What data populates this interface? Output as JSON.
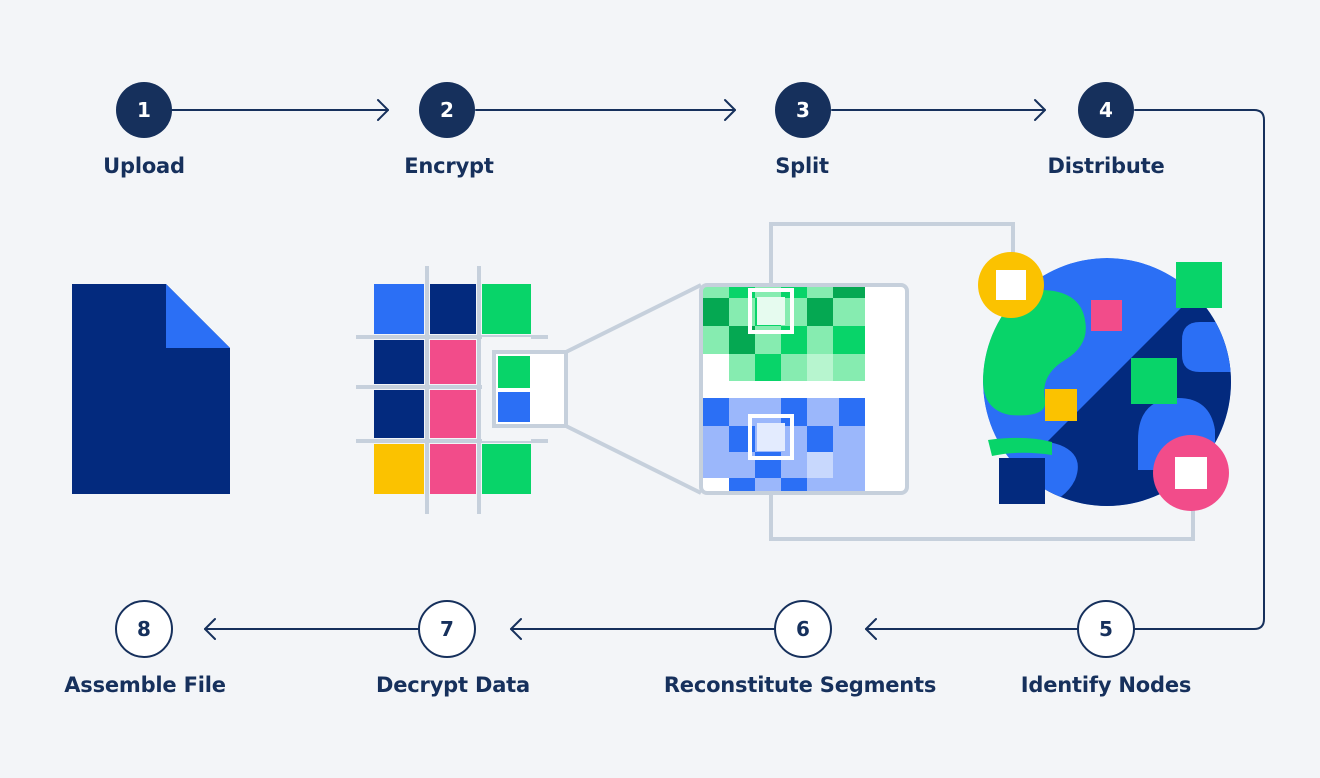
{
  "steps": [
    {
      "number": "1",
      "label": "Upload"
    },
    {
      "number": "2",
      "label": "Encrypt"
    },
    {
      "number": "3",
      "label": "Split"
    },
    {
      "number": "4",
      "label": "Distribute"
    },
    {
      "number": "5",
      "label": "Identify Nodes"
    },
    {
      "number": "6",
      "label": "Reconstitute Segments"
    },
    {
      "number": "7",
      "label": "Decrypt Data"
    },
    {
      "number": "8",
      "label": "Assemble File"
    }
  ],
  "colors": {
    "background": "#f3f5f8",
    "navy": "#16305c",
    "dark_blue": "#032a7e",
    "blue": "#2b6ff5",
    "green": "#08d469",
    "pink": "#f24c8a",
    "yellow": "#fbc200",
    "outline": "#c6d0dc"
  }
}
